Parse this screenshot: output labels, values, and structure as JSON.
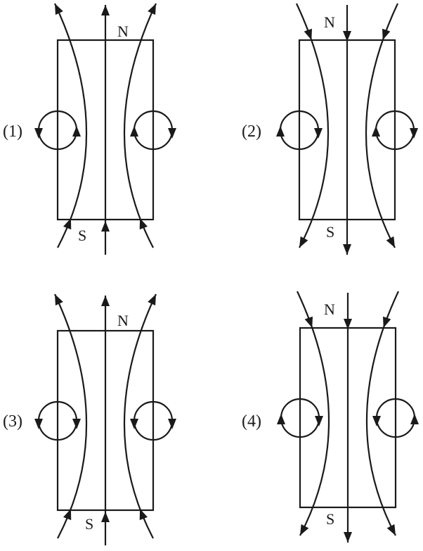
{
  "colors": {
    "ink": "#1a1a1a",
    "background": "#ffffff"
  },
  "panels": [
    {
      "label": "(1)",
      "north": "N",
      "south": "S",
      "field_direction": "up",
      "left_loop": {
        "left_side": "down",
        "right_side": "up"
      },
      "right_loop": {
        "left_side": "up",
        "right_side": "down"
      }
    },
    {
      "label": "(2)",
      "north": "N",
      "south": "S",
      "field_direction": "down",
      "left_loop": {
        "left_side": "up",
        "right_side": "down"
      },
      "right_loop": {
        "left_side": "up",
        "right_side": "down"
      }
    },
    {
      "label": "(3)",
      "north": "N",
      "south": "S",
      "field_direction": "up",
      "left_loop": {
        "left_side": "down",
        "right_side": "down"
      },
      "right_loop": {
        "left_side": "down",
        "right_side": "down"
      }
    },
    {
      "label": "(4)",
      "north": "N",
      "south": "S",
      "field_direction": "down",
      "left_loop": {
        "left_side": "up",
        "right_side": "down"
      },
      "right_loop": {
        "left_side": "down",
        "right_side": "up"
      }
    }
  ]
}
